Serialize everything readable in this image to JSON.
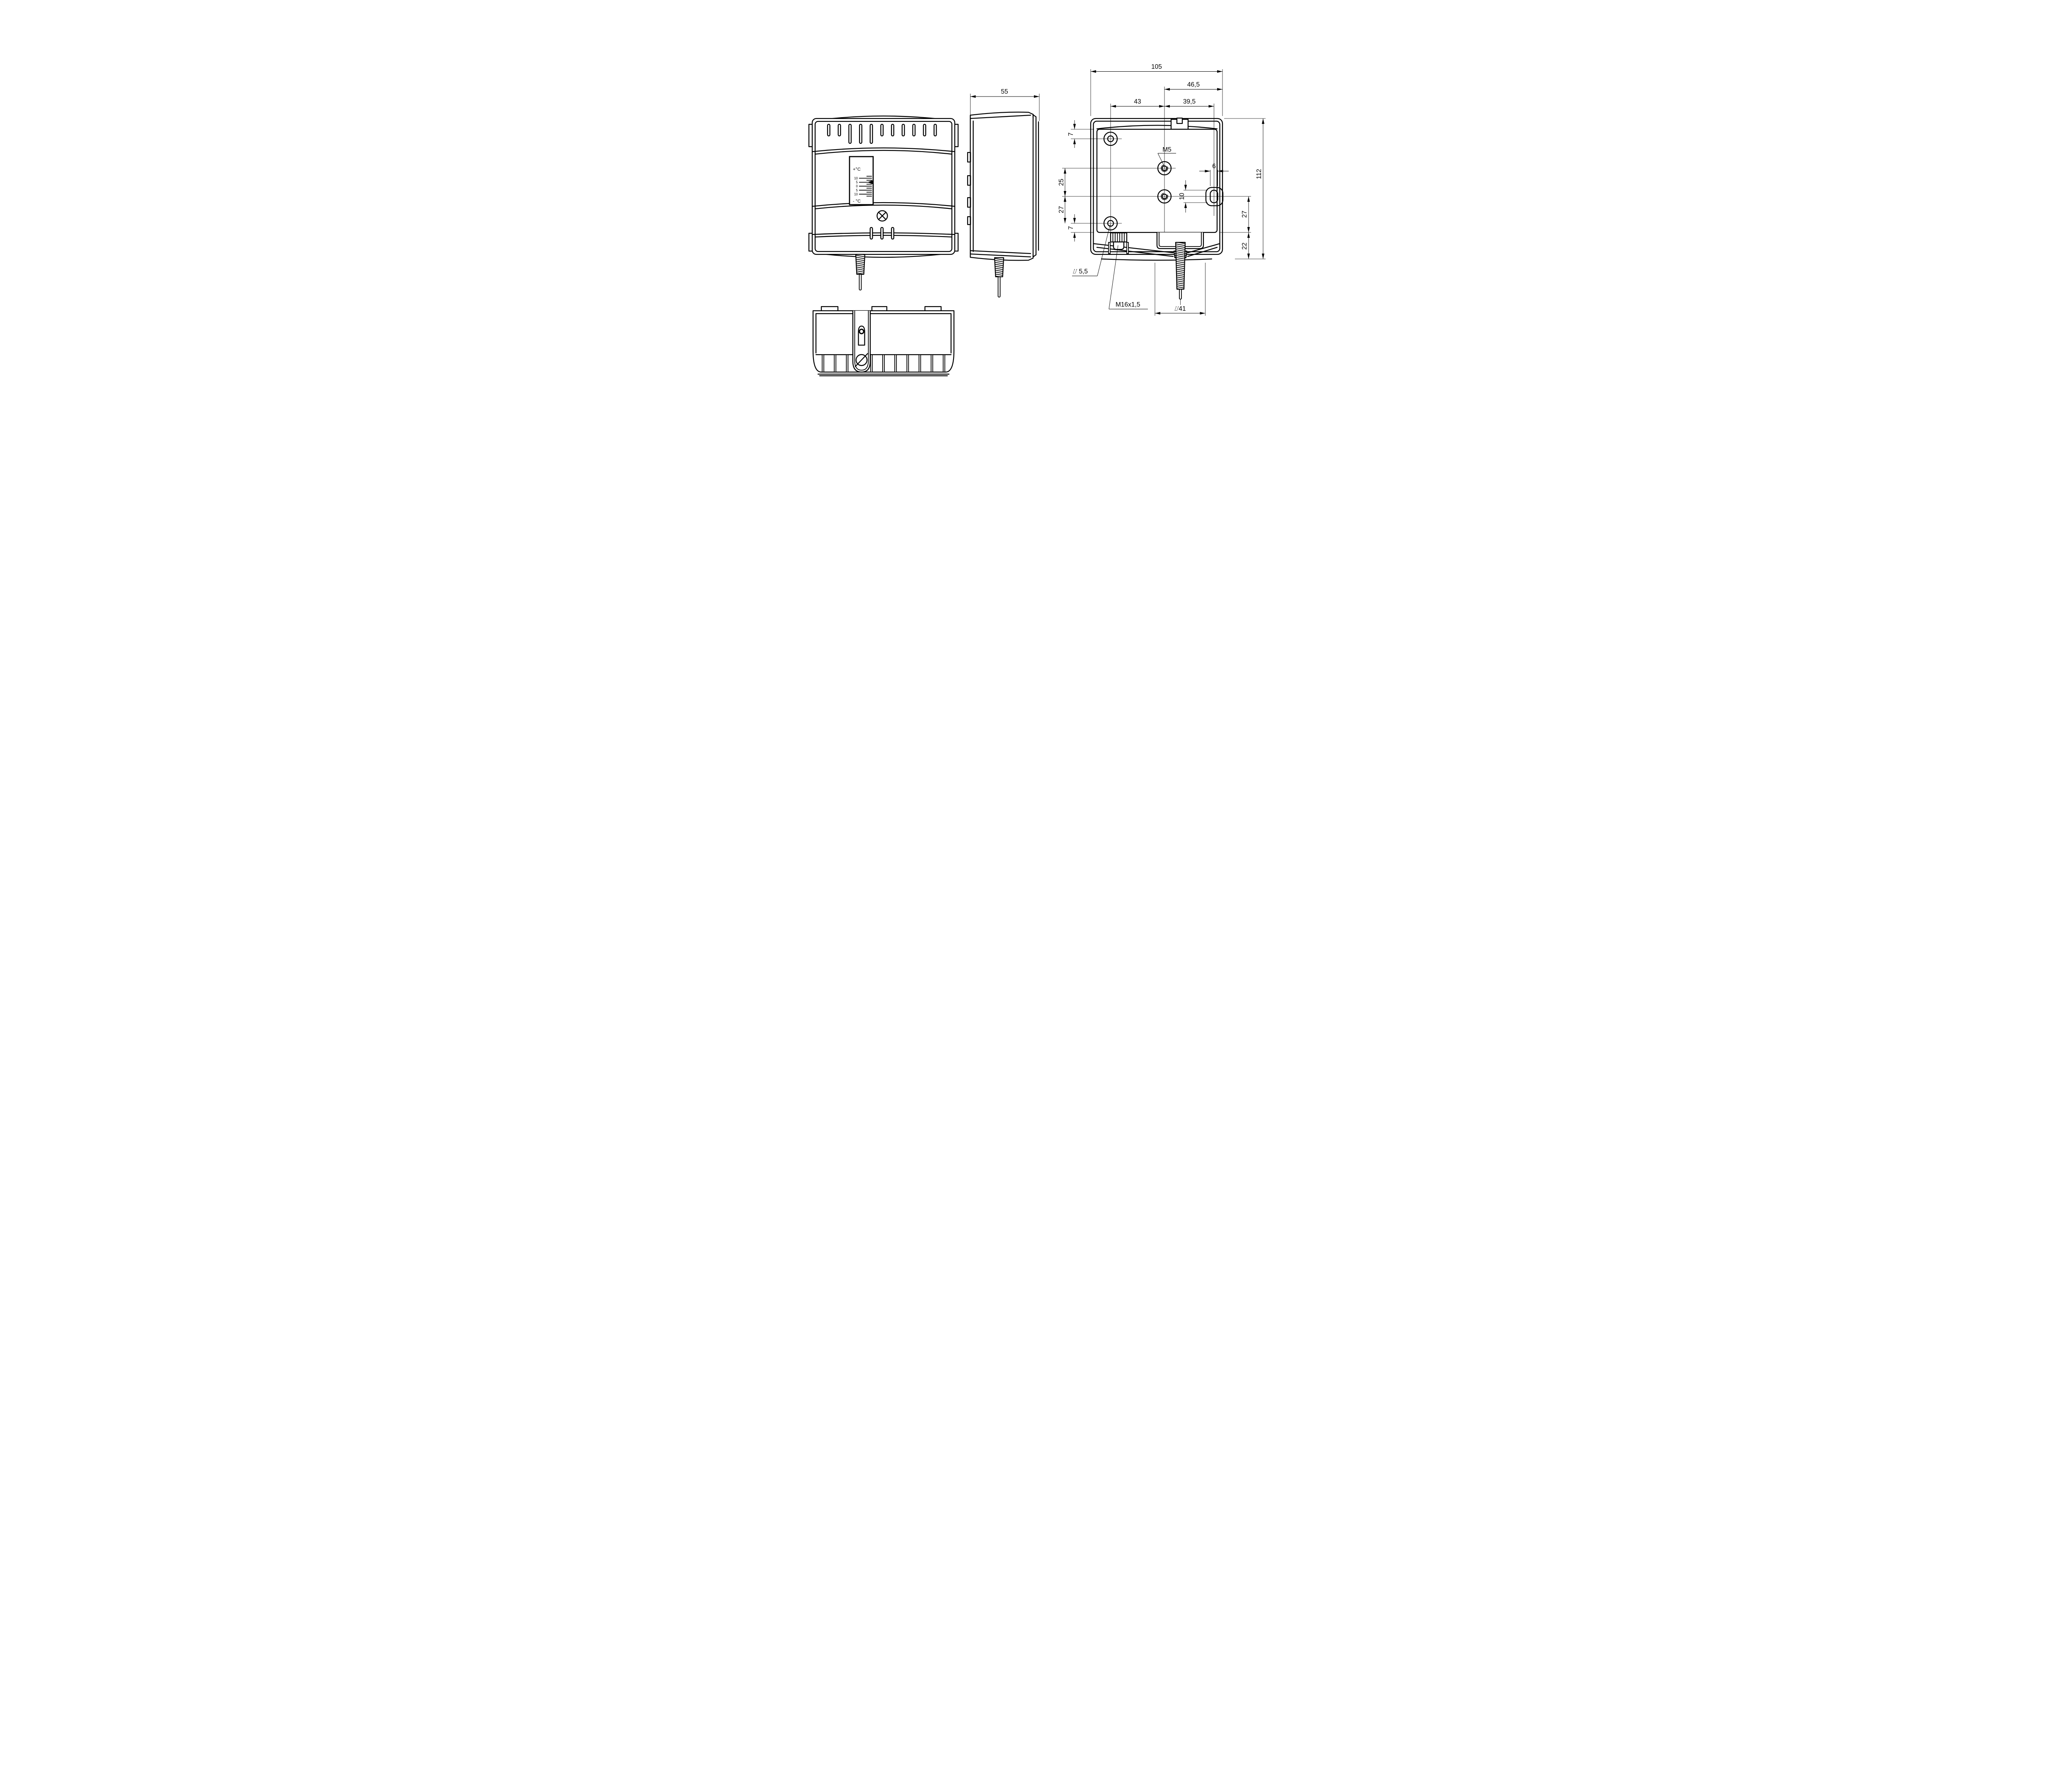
{
  "drawing": {
    "kind": "technical-dimension-drawing",
    "line_color": "#000000",
    "background_color": "#ffffff",
    "views": {
      "front": {
        "scale": {
          "plus_label": "+°C",
          "minus_label": "- °C",
          "ticks": [
            "10",
            "5",
            "0",
            "5",
            "10"
          ]
        }
      },
      "side": {
        "dims": {
          "depth": "55"
        }
      },
      "rear": {
        "dims": {
          "overall_width": "105",
          "m5_to_right_edge": "46,5",
          "left_hole_to_m5": "43",
          "m5_to_slot": "39,5",
          "overall_height": "112",
          "top_edge_to_hole": "7",
          "m5_pitch": "25",
          "m5_to_bottom_hole": "27",
          "bottom_hole_to_edge": "7",
          "slot_width": "6",
          "slot_length": "10",
          "slot_to_base": "27",
          "base_to_bottom": "22",
          "sensor_clearance": "⌰41"
        },
        "labels": {
          "thread": "M5",
          "hole_diameter": "⌰ 5,5",
          "gland_thread": "M16x1,5"
        }
      }
    }
  }
}
